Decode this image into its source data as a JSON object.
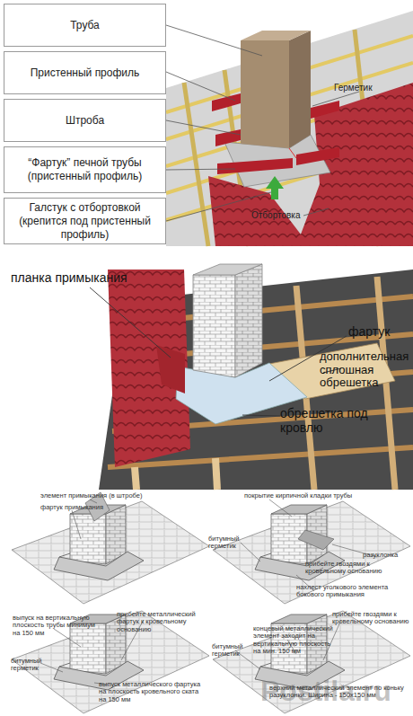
{
  "diagram": {
    "nodes": [
      {
        "text": [
          "Труба"
        ]
      },
      {
        "text": [
          "Пристенный профиль"
        ]
      },
      {
        "text": [
          "Штроба"
        ]
      },
      {
        "text": [
          "“Фартук” печной трубы (пристенный профиль)"
        ]
      },
      {
        "text": [
          "Галстук с отбортовкой (крепится под пристенный профиль)"
        ]
      }
    ],
    "labels": [
      "Герметик",
      "Отбортовка",
      "планка примыкания",
      "фартук",
      "дополнительная сплошная обрешетка",
      "обрешетка под кровлю",
      "элемент примыкания (в штробе)",
      "фартук примыкания",
      "покрытие кирпичной кладки трубы",
      "битумный герметик",
      "разуклонка",
      "прибейте гвоздями к кровельному основанию",
      "нахлест уголкового элемента бокового примыкания",
      "выпуск на вертикальную плоскость трубы минимум на 150 мм",
      "прибейте металлический фартук к кровельному основанию",
      "битумный герметик",
      "выпуск металлического фартука на плоскость кровельного ската на 150 мм",
      "битумный герметик",
      "концевый металлический элемент заходит на вертикальную плоскость на мин. 150 мм",
      "прибейте гвоздями к кровельному основанию",
      "верхний металлический элемент по коньку разуклонки. Ширина - 150x150 мм",
      "Postila.ru"
    ]
  }
}
